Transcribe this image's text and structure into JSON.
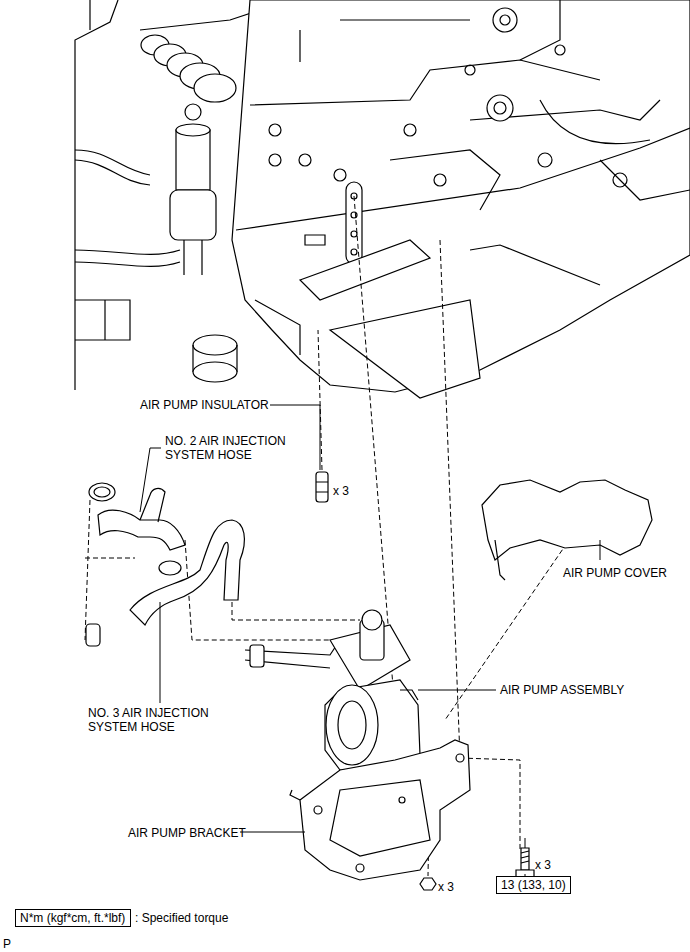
{
  "diagram": {
    "nodes": [
      {
        "text": [
          "13 (133, 10)"
        ]
      },
      {
        "text": [
          "N*m (kgf*cm, ft.*lbf)"
        ]
      }
    ],
    "labels": [
      "AIR PUMP INSULATOR",
      "x 3",
      "NO. 2 AIR INJECTION SYSTEM HOSE",
      "AIR PUMP COVER",
      "AIR PUMP ASSEMBLY",
      "NO. 3 AIR INJECTION SYSTEM HOSE",
      "AIR PUMP BRACKET",
      "x 3",
      "x 3",
      ": Specified torque",
      "P"
    ]
  }
}
